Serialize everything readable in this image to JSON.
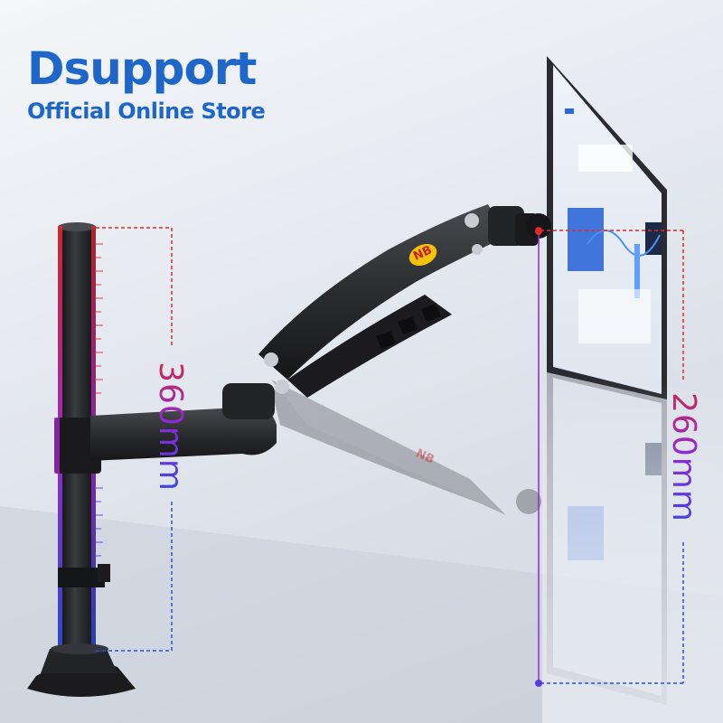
{
  "brand": {
    "title": "Dsupport",
    "subtitle": "Official Online Store"
  },
  "dimensions": {
    "pole_height": "360mm",
    "monitor_height": "260mm"
  },
  "arm_badge": "NB",
  "colors": {
    "brand_blue": "#1f66c9",
    "dim_red": "#e02a2a",
    "dim_purple": "#8a2bd8",
    "dim_blue": "#2a4ee0",
    "arm_dark": "#2b2c30",
    "badge_yellow": "#f4c20d"
  }
}
